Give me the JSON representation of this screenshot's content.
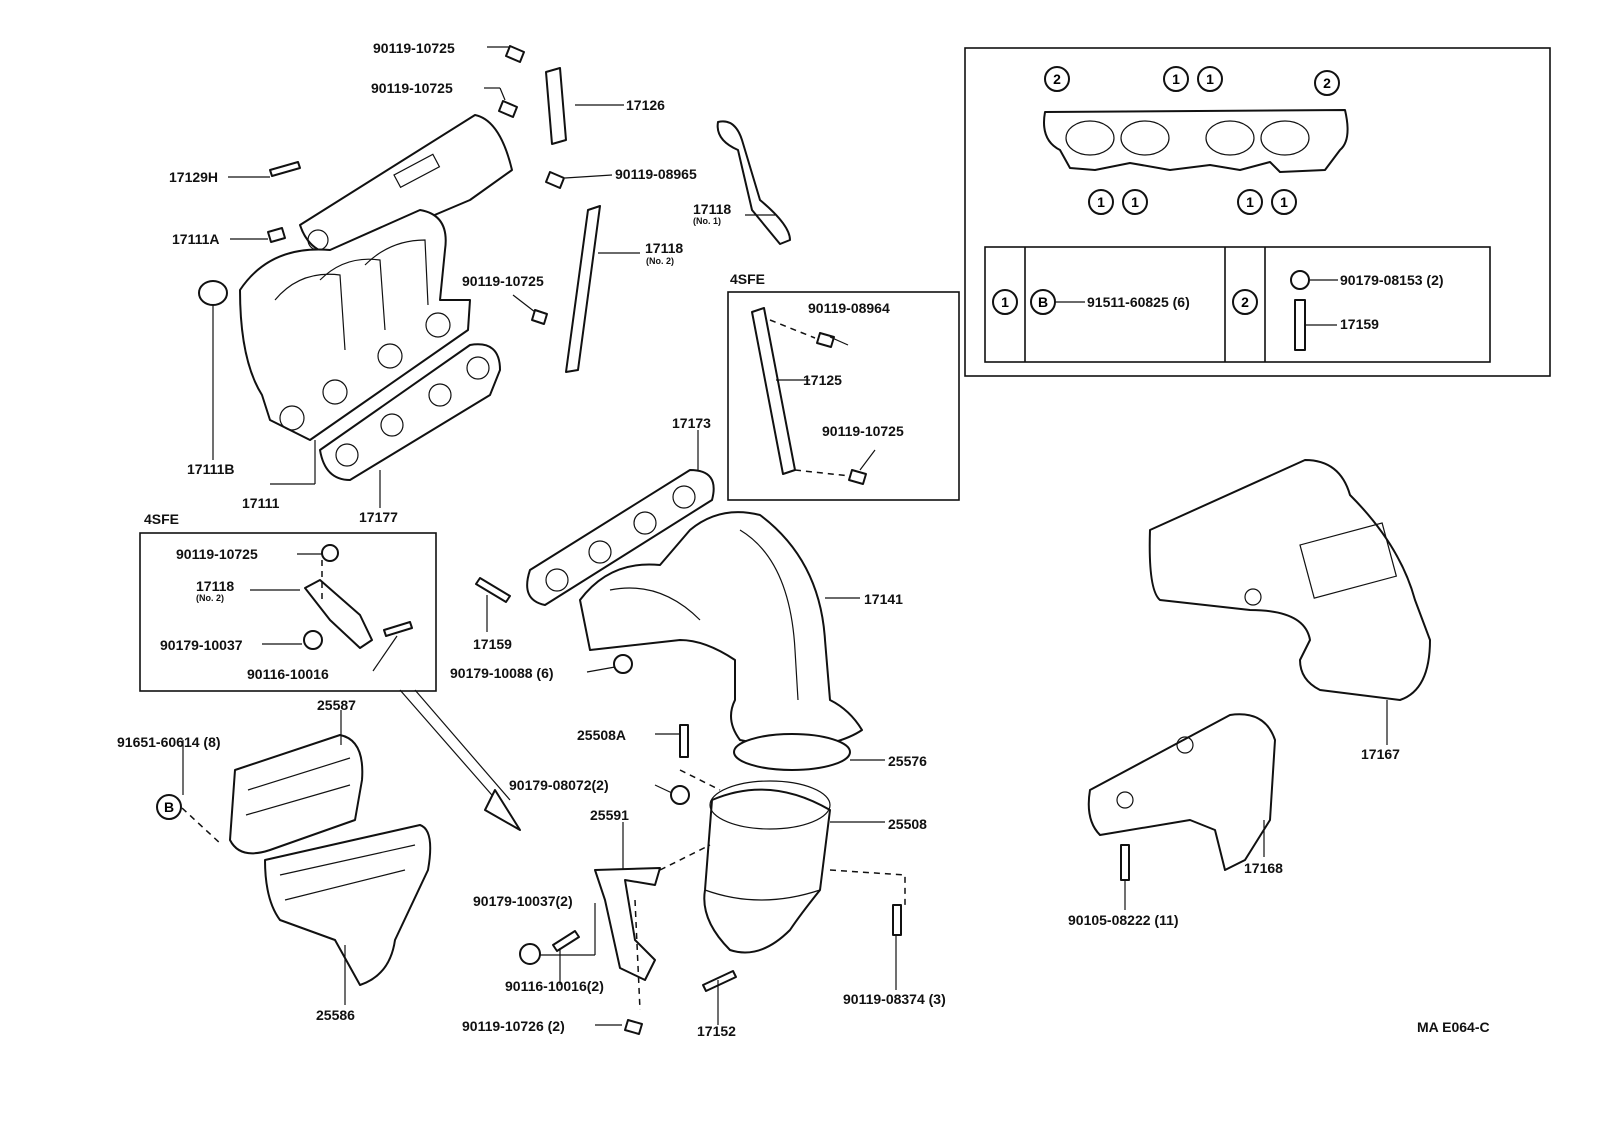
{
  "diagram_code": "MA E064-C",
  "variant_label": "4SFE",
  "callouts": {
    "one": "1",
    "two": "2",
    "b": "B"
  },
  "parts": {
    "p_90119_10725_a": "90119-10725",
    "p_90119_10725_b": "90119-10725",
    "p_17126": "17126",
    "p_17129h": "17129H",
    "p_90119_08965": "90119-08965",
    "p_17111a": "17111A",
    "p_17118_no2": "17118",
    "no2": "(No. 2)",
    "p_17118_no1": "17118",
    "no1": "(No. 1)",
    "p_90119_10725_c": "90119-10725",
    "p_17111b": "17111B",
    "p_17111": "17111",
    "p_17177": "17177",
    "p_17173": "17173",
    "p_17141": "17141",
    "p_17159": "17159",
    "p_90179_10088": "90179-10088 (6)",
    "p_25587": "25587",
    "p_91651_60614": "91651-60614 (8)",
    "p_25508a": "25508A",
    "p_25576": "25576",
    "p_90179_08072": "90179-08072(2)",
    "p_25591": "25591",
    "p_25508": "25508",
    "p_90179_10037_2": "90179-10037(2)",
    "p_90116_10016_2": "90116-10016(2)",
    "p_90119_10726_2": "90119-10726 (2)",
    "p_17152": "17152",
    "p_90119_08374": "90119-08374 (3)",
    "p_25586": "25586",
    "p_17167": "17167",
    "p_17168": "17168",
    "p_90105_08222": "90105-08222 (11)"
  },
  "inset_4sfe_a": {
    "p_90119_10725": "90119-10725",
    "p_17118": "17118",
    "no2": "(No. 2)",
    "p_90179_10037": "90179-10037",
    "p_90116_10016": "90116-10016"
  },
  "inset_4sfe_b": {
    "p_90119_08964": "90119-08964",
    "p_17125": "17125",
    "p_90119_10725": "90119-10725"
  },
  "legend": {
    "one_part": "91511-60825 (6)",
    "two_nut": "90179-08153 (2)",
    "two_stud": "17159"
  }
}
